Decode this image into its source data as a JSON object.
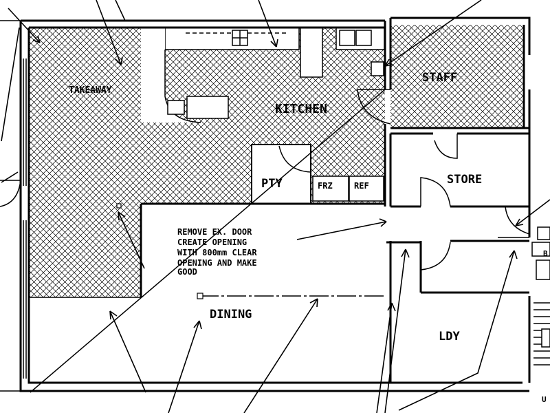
{
  "rooms": {
    "takeaway": "TAKEAWAY",
    "kitchen": "KITCHEN",
    "staff": "STAFF",
    "store": "STORE",
    "pantry": "PTY",
    "freezer": "FRZ",
    "refrigerator": "REF",
    "dining": "DINING",
    "laundry": "LDY"
  },
  "notes": {
    "door_note": [
      "REMOVE EX. DOOR",
      "CREATE OPENING",
      "WITH 800mm CLEAR",
      "OPENING AND MAKE",
      "GOOD"
    ]
  },
  "edge_text": {
    "right_top": "B",
    "right_bottom": "U"
  },
  "colors": {
    "line": "#000000",
    "background": "#ffffff"
  }
}
